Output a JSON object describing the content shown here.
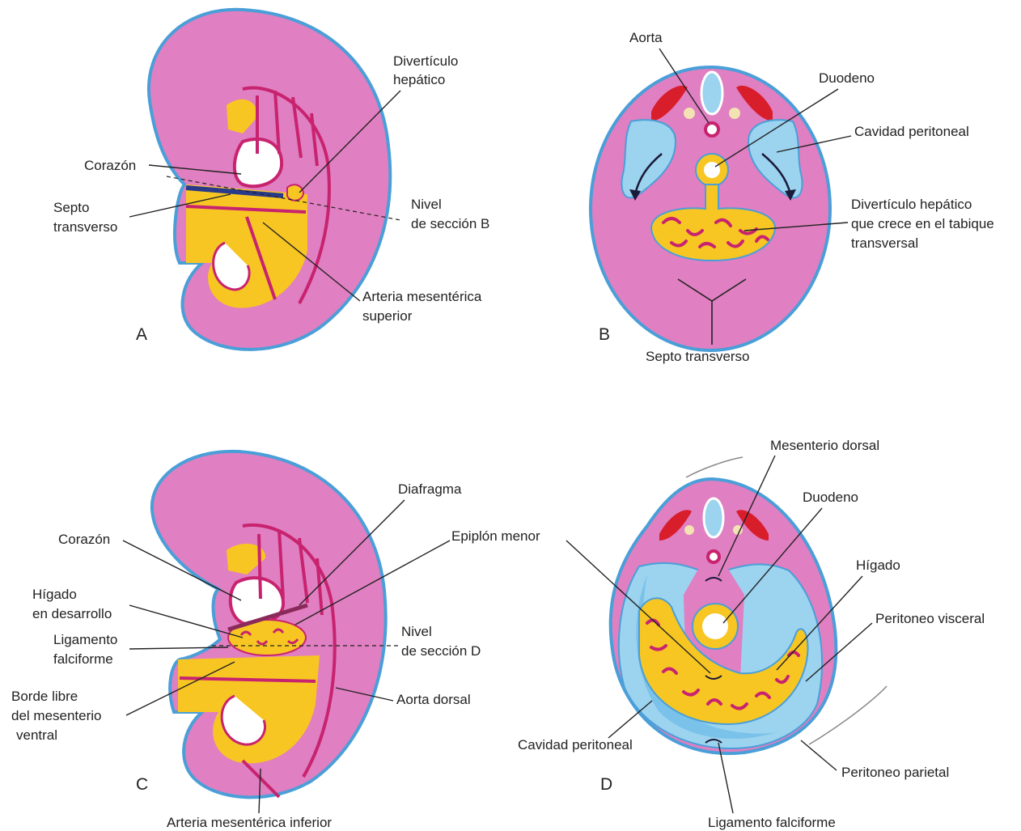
{
  "palette": {
    "embryo_pink": "#e07fc1",
    "outline_blue": "#4a9fd8",
    "vessel_magenta": "#c8236f",
    "gut_yellow": "#f7c623",
    "cavity_blue": "#9cd3ef",
    "muscle_red": "#d81d2b",
    "notochord_cream": "#f3e2b3"
  },
  "panels": {
    "a": {
      "letter": "A",
      "labels": {
        "hepatic_diverticulum": [
          "Divertículo",
          "hepático"
        ],
        "heart": "Corazón",
        "septum": [
          "Septo",
          "transverso"
        ],
        "section_level": [
          "Nivel",
          "de sección B"
        ],
        "sma": [
          "Arteria mesentérica",
          "superior"
        ]
      }
    },
    "b": {
      "letter": "B",
      "labels": {
        "aorta": "Aorta",
        "duodenum": "Duodeno",
        "peritoneal_cavity": "Cavidad peritoneal",
        "hepatic_growth": [
          "Divertículo hepático",
          "que crece en el tabique",
          "transversal"
        ],
        "septum": "Septo transverso"
      }
    },
    "c": {
      "letter": "C",
      "labels": {
        "diaphragm": "Diafragma",
        "lesser_omentum": "Epiplón menor",
        "heart": "Corazón",
        "developing_liver": [
          "Hígado",
          "en desarrollo"
        ],
        "falciform": [
          "Ligamento",
          "falciforme"
        ],
        "section_level": [
          "Nivel",
          "de sección D"
        ],
        "free_border": [
          "Borde libre",
          "del mesenterio",
          "ventral"
        ],
        "dorsal_aorta": "Aorta dorsal",
        "ima": "Arteria mesentérica inferior"
      }
    },
    "d": {
      "letter": "D",
      "labels": {
        "dorsal_mesentery": "Mesenterio dorsal",
        "duodenum": "Duodeno",
        "liver": "Hígado",
        "visceral_peritoneum": "Peritoneo visceral",
        "peritoneal_cavity": "Cavidad peritoneal",
        "parietal_peritoneum": "Peritoneo parietal",
        "falciform": "Ligamento falciforme"
      }
    }
  }
}
